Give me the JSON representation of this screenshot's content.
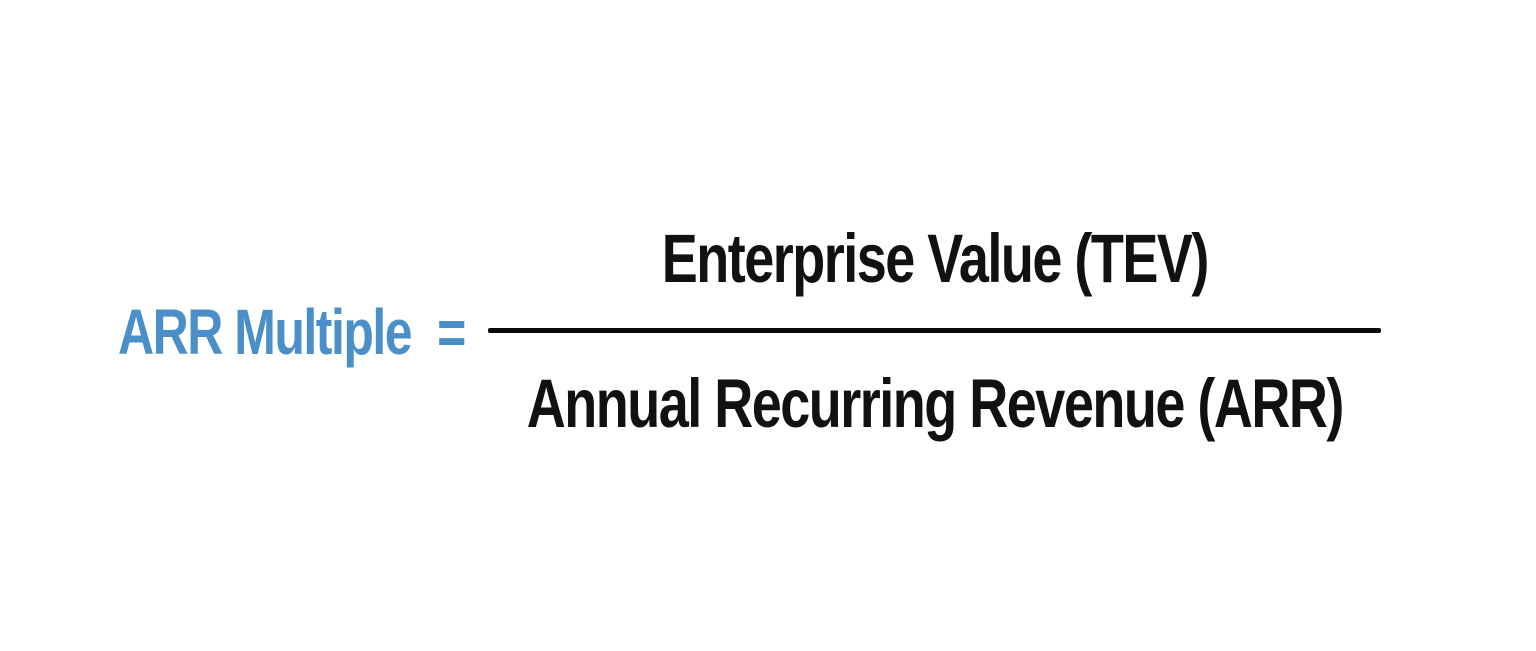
{
  "formula": {
    "lhs_label": "ARR Multiple",
    "equals_sign": "=",
    "numerator": "Enterprise Value (TEV)",
    "denominator": "Annual Recurring Revenue (ARR)"
  },
  "colors": {
    "accent_blue": "#4A8FC7",
    "text_black": "#111111",
    "fraction_bar": "#0A0A0A",
    "background": "#FFFFFF"
  }
}
